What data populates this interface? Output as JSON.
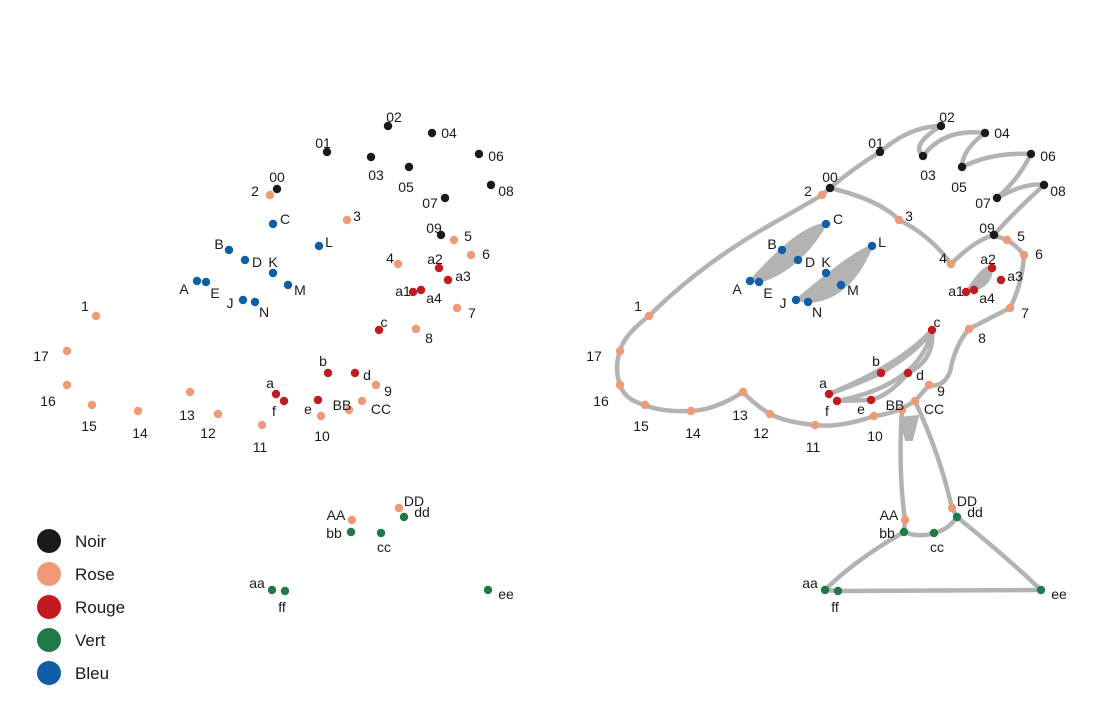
{
  "colors": {
    "noir": "#1a1a1a",
    "rose": "#ee9a78",
    "rouge": "#c21a1e",
    "vert": "#1f7a45",
    "bleu": "#0e5ea8",
    "line": "#b3b3b3"
  },
  "legend": [
    {
      "label": "Noir",
      "color": "noir"
    },
    {
      "label": "Rose",
      "color": "rose"
    },
    {
      "label": "Rouge",
      "color": "rouge"
    },
    {
      "label": "Vert",
      "color": "vert"
    },
    {
      "label": "Bleu",
      "color": "bleu"
    }
  ],
  "points": [
    {
      "id": "00",
      "color": "noir"
    },
    {
      "id": "01",
      "color": "noir"
    },
    {
      "id": "02",
      "color": "noir"
    },
    {
      "id": "03",
      "color": "noir"
    },
    {
      "id": "04",
      "color": "noir"
    },
    {
      "id": "05",
      "color": "noir"
    },
    {
      "id": "06",
      "color": "noir"
    },
    {
      "id": "07",
      "color": "noir"
    },
    {
      "id": "08",
      "color": "noir"
    },
    {
      "id": "09",
      "color": "noir"
    },
    {
      "id": "1",
      "color": "rose"
    },
    {
      "id": "2",
      "color": "rose"
    },
    {
      "id": "3",
      "color": "rose"
    },
    {
      "id": "4",
      "color": "rose"
    },
    {
      "id": "5",
      "color": "rose"
    },
    {
      "id": "6",
      "color": "rose"
    },
    {
      "id": "7",
      "color": "rose"
    },
    {
      "id": "8",
      "color": "rose"
    },
    {
      "id": "9",
      "color": "rose"
    },
    {
      "id": "10",
      "color": "rose"
    },
    {
      "id": "11",
      "color": "rose"
    },
    {
      "id": "12",
      "color": "rose"
    },
    {
      "id": "13",
      "color": "rose"
    },
    {
      "id": "14",
      "color": "rose"
    },
    {
      "id": "15",
      "color": "rose"
    },
    {
      "id": "16",
      "color": "rose"
    },
    {
      "id": "17",
      "color": "rose"
    },
    {
      "id": "AA",
      "color": "rose"
    },
    {
      "id": "BB",
      "color": "rose"
    },
    {
      "id": "CC",
      "color": "rose"
    },
    {
      "id": "DD",
      "color": "rose"
    },
    {
      "id": "a",
      "color": "rouge"
    },
    {
      "id": "b",
      "color": "rouge"
    },
    {
      "id": "c",
      "color": "rouge"
    },
    {
      "id": "d",
      "color": "rouge"
    },
    {
      "id": "e",
      "color": "rouge"
    },
    {
      "id": "f",
      "color": "rouge"
    },
    {
      "id": "a1",
      "color": "rouge"
    },
    {
      "id": "a2",
      "color": "rouge"
    },
    {
      "id": "a3",
      "color": "rouge"
    },
    {
      "id": "a4",
      "color": "rouge"
    },
    {
      "id": "aa",
      "color": "vert"
    },
    {
      "id": "bb",
      "color": "vert"
    },
    {
      "id": "cc",
      "color": "vert"
    },
    {
      "id": "dd",
      "color": "vert"
    },
    {
      "id": "ee",
      "color": "vert"
    },
    {
      "id": "ff",
      "color": "vert"
    },
    {
      "id": "A",
      "color": "bleu"
    },
    {
      "id": "B",
      "color": "bleu"
    },
    {
      "id": "C",
      "color": "bleu"
    },
    {
      "id": "D",
      "color": "bleu"
    },
    {
      "id": "E",
      "color": "bleu"
    },
    {
      "id": "J",
      "color": "bleu"
    },
    {
      "id": "K",
      "color": "bleu"
    },
    {
      "id": "L",
      "color": "bleu"
    },
    {
      "id": "M",
      "color": "bleu"
    },
    {
      "id": "N",
      "color": "bleu"
    }
  ]
}
